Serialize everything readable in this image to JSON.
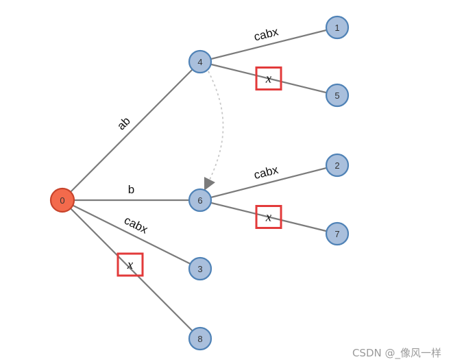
{
  "nodes": [
    {
      "id": "0",
      "label": "0",
      "root": true
    },
    {
      "id": "4",
      "label": "4"
    },
    {
      "id": "6",
      "label": "6"
    },
    {
      "id": "3",
      "label": "3"
    },
    {
      "id": "8",
      "label": "8"
    },
    {
      "id": "1",
      "label": "1"
    },
    {
      "id": "5",
      "label": "5"
    },
    {
      "id": "2",
      "label": "2"
    },
    {
      "id": "7",
      "label": "7"
    }
  ],
  "edges": [
    {
      "from": "0",
      "to": "4",
      "label": "ab"
    },
    {
      "from": "0",
      "to": "6",
      "label": "b"
    },
    {
      "from": "0",
      "to": "3",
      "label": "cabx"
    },
    {
      "from": "0",
      "to": "8",
      "label": "x",
      "highlighted": true
    },
    {
      "from": "4",
      "to": "1",
      "label": "cabx"
    },
    {
      "from": "4",
      "to": "5",
      "label": "x",
      "highlighted": true
    },
    {
      "from": "6",
      "to": "2",
      "label": "cabx"
    },
    {
      "from": "6",
      "to": "7",
      "label": "x",
      "highlighted": true
    }
  ],
  "suffix_links": [
    {
      "from": "4",
      "to": "6"
    }
  ],
  "colors": {
    "root_fill": "#f36a4c",
    "node_fill": "#a9bfdc",
    "node_stroke": "#4f82b6",
    "edge": "#7b7b7b",
    "highlight": "#e23a3a"
  },
  "watermark": "CSDN @_像风一样"
}
